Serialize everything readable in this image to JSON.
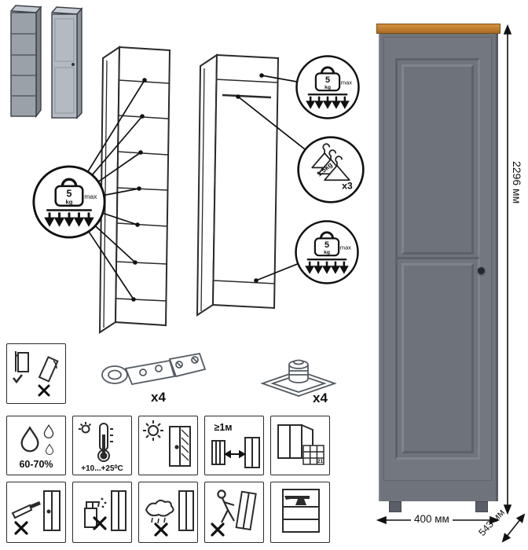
{
  "product": {
    "height_label": "2296 мм",
    "width_label": "400 мм",
    "depth_label": "543 мм"
  },
  "callouts": {
    "shelf_load": {
      "value": "5",
      "unit": "kg",
      "qualifier": "max"
    },
    "rail_load": {
      "value": "1,5kg",
      "count": "x3"
    }
  },
  "hardware": {
    "hinges": {
      "count": "x4"
    },
    "feet": {
      "count": "x4"
    }
  },
  "conditions": {
    "humidity": "60-70%",
    "temperature": "+10...+25⁰C",
    "distance": "≥1м",
    "calendar_day": "21"
  },
  "colors": {
    "body_gray": "#6f737b",
    "top_wood": "#b4752c",
    "line_art": "#2b2b2b"
  },
  "icons": {
    "load": "weight-icon",
    "hangers": "hanger-icon",
    "hinge": "hinge-icon",
    "foot": "mount-foot-icon",
    "humidity": "water-drops-icon",
    "temperature": "thermometer-icon",
    "sunlight": "sun-icon",
    "distance": "heat-distance-icon",
    "ventilation": "window-icon",
    "no_cutting": "knife-icon",
    "no_spray": "spray-bottle-icon",
    "no_wet": "wet-cloth-icon",
    "no_push": "person-push-icon",
    "no_overload": "anvil-icon",
    "anti_tip": "tipping-cabinet-icon"
  }
}
